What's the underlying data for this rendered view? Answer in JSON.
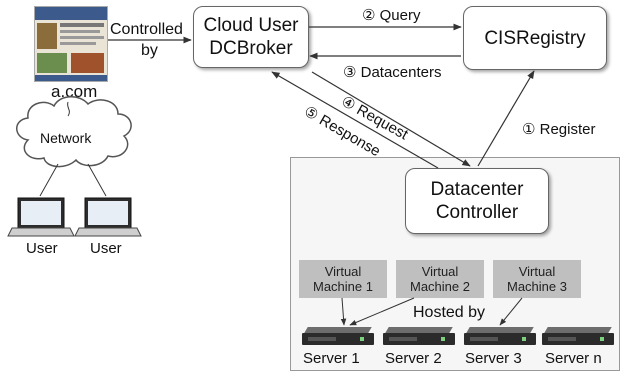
{
  "website": {
    "label": "a.com"
  },
  "controlled_by": {
    "line1": "Controlled",
    "line2": "by"
  },
  "broker": {
    "line1": "Cloud User",
    "line2": "DCBroker"
  },
  "registry": {
    "label": "CISRegistry"
  },
  "network": {
    "label": "Network"
  },
  "users": [
    "User",
    "User"
  ],
  "flows": {
    "query": "② Query",
    "datacenters": "③ Datacenters",
    "request": "④ Request",
    "response": "⑤ Response",
    "register": "① Register"
  },
  "controller": {
    "line1": "Datacenter",
    "line2": "Controller"
  },
  "vms": [
    {
      "line1": "Virtual",
      "line2": "Machine 1"
    },
    {
      "line1": "Virtual",
      "line2": "Machine 2"
    },
    {
      "line1": "Virtual",
      "line2": "Machine 3"
    }
  ],
  "hosted_by": "Hosted by",
  "servers": [
    "Server 1",
    "Server 2",
    "Server 3",
    "Server n"
  ],
  "colors": {
    "vm_fill": "#bfbfbf",
    "server_body": "#2b2b2b",
    "cloud_stroke": "#555555"
  }
}
